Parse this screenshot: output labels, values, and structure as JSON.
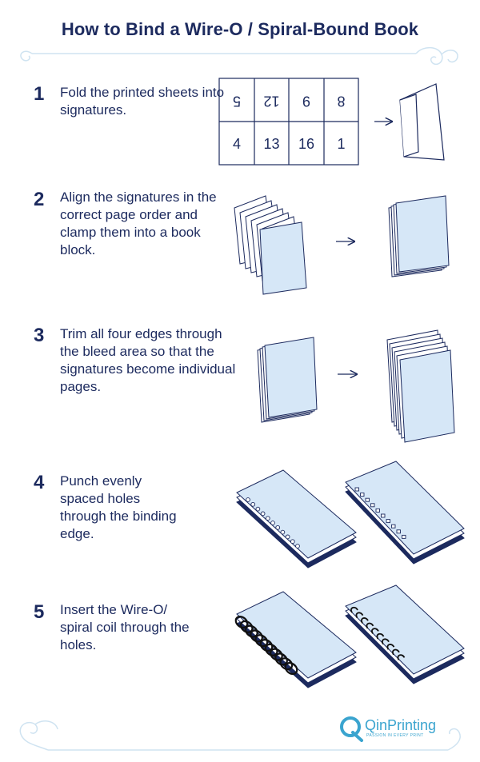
{
  "title": "How to Bind a Wire-O / Spiral-Bound Book",
  "steps": [
    {
      "number": "1",
      "text": "Fold the printed sheets into signatures."
    },
    {
      "number": "2",
      "text": "Align the signatures in the correct page order and clamp them into a book block."
    },
    {
      "number": "3",
      "text": "Trim all four edges through the bleed area so that the signatures become individual pages."
    },
    {
      "number": "4",
      "text": "Punch evenly spaced holes through the binding edge."
    },
    {
      "number": "5",
      "text": "Insert the Wire-O/ spiral coil through the holes."
    }
  ],
  "imposition": {
    "top_row": [
      "5",
      "12",
      "9",
      "8"
    ],
    "bottom_row": [
      "4",
      "13",
      "16",
      "1"
    ]
  },
  "brand": {
    "name": "QinPrinting",
    "tagline": "PASSION IN EVERY PRINT"
  },
  "colors": {
    "navy": "#1c2a5e",
    "page_fill": "#d6e7f7",
    "ornament": "#cfe3f1",
    "brand": "#3aa4cf"
  }
}
